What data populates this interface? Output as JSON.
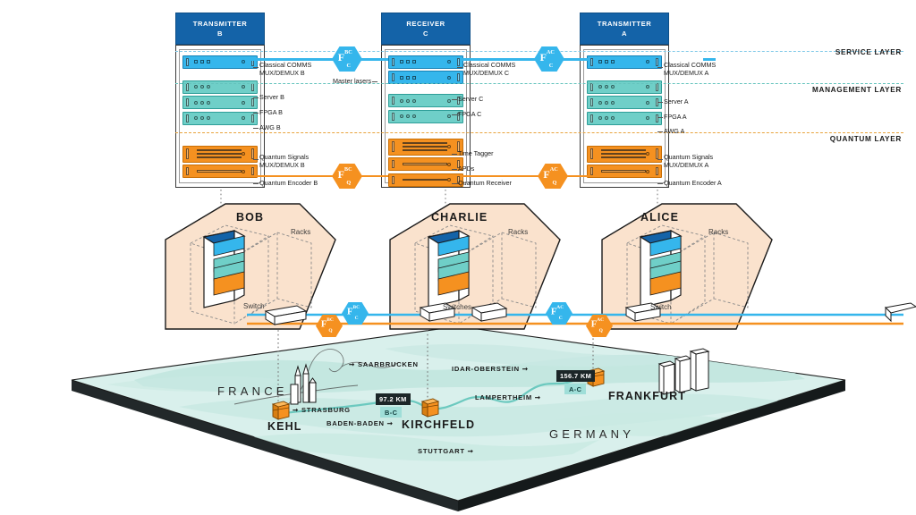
{
  "title": "Quantum network topology: Bob, Charlie, Alice deployment over Kehl-Kirchfeld-Frankfurt fibre",
  "layers": [
    {
      "id": "service",
      "label": "SERVICE LAYER",
      "color": "#35b6ec"
    },
    {
      "id": "management",
      "label": "MANAGEMENT LAYER",
      "color": "#6fcfc8"
    },
    {
      "id": "quantum",
      "label": "QUANTUM LAYER",
      "color": "#f59120"
    }
  ],
  "racks": [
    {
      "id": "transmitter-b",
      "header_line1": "TRANSMITTER",
      "header_line2": "B",
      "labels_side": "right",
      "units": [
        {
          "layer": "service",
          "style": "blue",
          "label": "Classical COMMS\nMUX/DEMUX B",
          "label_line1": "Classical COMMS",
          "label_line2": "MUX/DEMUX B"
        },
        {
          "layer": "management",
          "style": "teal",
          "label_line1": "Server B"
        },
        {
          "layer": "management",
          "style": "teal",
          "label_line1": "FPGA B"
        },
        {
          "layer": "management",
          "style": "teal",
          "label_line1": "AWG B"
        },
        {
          "layer": "quantum",
          "style": "orange",
          "label_line1": "Quantum Signals",
          "label_line2": "MUX/DEMUX B"
        },
        {
          "layer": "quantum",
          "style": "orange",
          "label_line1": "Quantum Encoder B"
        }
      ]
    },
    {
      "id": "receiver-c",
      "header_line1": "RECEIVER",
      "header_line2": "C",
      "labels_side": "right",
      "units": [
        {
          "layer": "service",
          "style": "blue",
          "label_line1": "Classical COMMS",
          "label_line2": "MUX/DEMUX C"
        },
        {
          "layer": "service",
          "style": "blue",
          "label_line1": "Master lasers"
        },
        {
          "layer": "management",
          "style": "teal",
          "label_line1": "Server C"
        },
        {
          "layer": "management",
          "style": "teal",
          "label_line1": "FPGA C"
        },
        {
          "layer": "quantum",
          "style": "orange",
          "label_line1": "Time Tagger"
        },
        {
          "layer": "quantum",
          "style": "orange",
          "label_line1": "APDs"
        },
        {
          "layer": "quantum",
          "style": "orange",
          "label_line1": "Quantum Receiver"
        }
      ]
    },
    {
      "id": "transmitter-a",
      "header_line1": "TRANSMITTER",
      "header_line2": "A",
      "labels_side": "right",
      "units": [
        {
          "layer": "service",
          "style": "blue",
          "label_line1": "Classical COMMS",
          "label_line2": "MUX/DEMUX A"
        },
        {
          "layer": "management",
          "style": "teal",
          "label_line1": "Server A"
        },
        {
          "layer": "management",
          "style": "teal",
          "label_line1": "FPGA A"
        },
        {
          "layer": "management",
          "style": "teal",
          "label_line1": "AWG A"
        },
        {
          "layer": "quantum",
          "style": "orange",
          "label_line1": "Quantum Signals",
          "label_line2": "MUX/DEMUX A"
        },
        {
          "layer": "quantum",
          "style": "orange",
          "label_line1": "Quantum Encoder A"
        }
      ]
    }
  ],
  "hexagons": [
    {
      "id": "f-bc-c-top",
      "base": "F",
      "sup": "BC",
      "sub": "C",
      "kind": "classical",
      "color": "#35b6ec"
    },
    {
      "id": "f-ac-c-top",
      "base": "F",
      "sup": "AC",
      "sub": "C",
      "kind": "classical",
      "color": "#35b6ec"
    },
    {
      "id": "f-bc-q-top",
      "base": "F",
      "sup": "BC",
      "sub": "Q",
      "kind": "quantum",
      "color": "#f59120"
    },
    {
      "id": "f-ac-q-top",
      "base": "F",
      "sup": "AC",
      "sub": "Q",
      "kind": "quantum",
      "color": "#f59120"
    },
    {
      "id": "f-bc-c-mid",
      "base": "F",
      "sup": "BC",
      "sub": "C",
      "kind": "classical",
      "color": "#35b6ec"
    },
    {
      "id": "f-bc-q-mid",
      "base": "F",
      "sup": "BC",
      "sub": "Q",
      "kind": "quantum",
      "color": "#f59120"
    },
    {
      "id": "f-ac-c-mid",
      "base": "F",
      "sup": "AC",
      "sub": "C",
      "kind": "classical",
      "color": "#35b6ec"
    },
    {
      "id": "f-ac-q-mid",
      "base": "F",
      "sup": "AC",
      "sub": "Q",
      "kind": "quantum",
      "color": "#f59120"
    }
  ],
  "rooms": [
    {
      "id": "bob",
      "name": "BOB",
      "racks_label": "Racks",
      "switch_label": "Switch"
    },
    {
      "id": "charlie",
      "name": "CHARLIE",
      "racks_label": "Racks",
      "switch_label": "Switches"
    },
    {
      "id": "alice",
      "name": "ALICE",
      "racks_label": "Racks",
      "switch_label": "Switch"
    }
  ],
  "map": {
    "countries": [
      {
        "name": "FRANCE"
      },
      {
        "name": "GERMANY"
      }
    ],
    "node_cities": [
      {
        "name": "KEHL"
      },
      {
        "name": "KIRCHFELD"
      },
      {
        "name": "FRANKFURT"
      }
    ],
    "reference_cities": [
      {
        "name": "SAARBRUCKEN",
        "arrow": "left"
      },
      {
        "name": "IDAR-OBERSTEIN",
        "arrow": "right"
      },
      {
        "name": "STRASBURG",
        "arrow": "left"
      },
      {
        "name": "LAMPERTHEIM",
        "arrow": "right"
      },
      {
        "name": "BADEN-BADEN",
        "arrow": "right"
      },
      {
        "name": "STUTTGART",
        "arrow": "right"
      }
    ],
    "links": [
      {
        "id": "b-c",
        "distance": "97.2 KM",
        "label": "B-C"
      },
      {
        "id": "a-c",
        "distance": "156.7 KM",
        "label": "A-C"
      }
    ]
  },
  "colors": {
    "classical": "#35b6ec",
    "management": "#6fcfc8",
    "quantum": "#f59120",
    "header": "#1463a8",
    "room_fill": "#fae2cd",
    "map_land": "#d4efea",
    "map_base": "#22282a"
  }
}
